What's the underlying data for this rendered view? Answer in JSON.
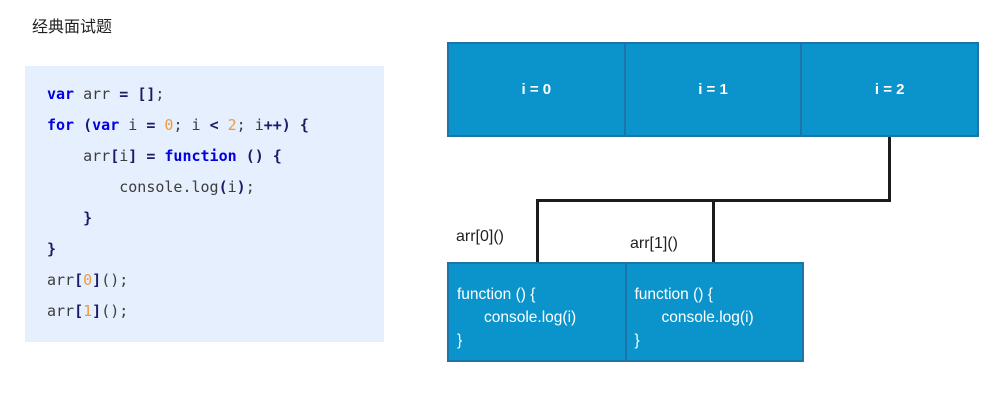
{
  "title": "经典面试题",
  "colors": {
    "box-fill": "#0b94cb",
    "box-border": "#1e74a8",
    "box-text": "#ffffff",
    "connector": "#1c1c1c",
    "code-bg": "#e6effd",
    "code-plain": "#3d3d3d",
    "code-keyword": "#0000e0",
    "code-operator": "#1b1b66",
    "code-number": "#f09a3e",
    "text-dark": "#222222"
  },
  "code": {
    "lines": [
      [
        {
          "t": "var",
          "s": "k"
        },
        {
          "t": " arr ",
          "s": "p"
        },
        {
          "t": "=",
          "s": "o"
        },
        {
          "t": " ",
          "s": "p"
        },
        {
          "t": "[]",
          "s": "o"
        },
        {
          "t": ";",
          "s": "p"
        }
      ],
      [
        {
          "t": "for",
          "s": "k"
        },
        {
          "t": " ",
          "s": "p"
        },
        {
          "t": "(",
          "s": "o"
        },
        {
          "t": "var",
          "s": "k"
        },
        {
          "t": " i ",
          "s": "p"
        },
        {
          "t": "=",
          "s": "o"
        },
        {
          "t": " ",
          "s": "p"
        },
        {
          "t": "0",
          "s": "n"
        },
        {
          "t": "; i ",
          "s": "p"
        },
        {
          "t": "<",
          "s": "o"
        },
        {
          "t": " ",
          "s": "p"
        },
        {
          "t": "2",
          "s": "n"
        },
        {
          "t": "; i",
          "s": "p"
        },
        {
          "t": "++)",
          "s": "o"
        },
        {
          "t": " ",
          "s": "p"
        },
        {
          "t": "{",
          "s": "o"
        }
      ],
      [
        {
          "t": "    arr",
          "s": "p"
        },
        {
          "t": "[",
          "s": "o"
        },
        {
          "t": "i",
          "s": "p"
        },
        {
          "t": "]",
          "s": "o"
        },
        {
          "t": " ",
          "s": "p"
        },
        {
          "t": "=",
          "s": "o"
        },
        {
          "t": " ",
          "s": "p"
        },
        {
          "t": "function",
          "s": "k"
        },
        {
          "t": " ",
          "s": "p"
        },
        {
          "t": "()",
          "s": "o"
        },
        {
          "t": " ",
          "s": "p"
        },
        {
          "t": "{",
          "s": "o"
        }
      ],
      [
        {
          "t": "        console.log",
          "s": "p"
        },
        {
          "t": "(",
          "s": "o"
        },
        {
          "t": "i",
          "s": "p"
        },
        {
          "t": ")",
          "s": "o"
        },
        {
          "t": ";",
          "s": "p"
        }
      ],
      [
        {
          "t": "    ",
          "s": "p"
        },
        {
          "t": "}",
          "s": "o"
        }
      ],
      [
        {
          "t": "}",
          "s": "o"
        }
      ],
      [
        {
          "t": "arr",
          "s": "p"
        },
        {
          "t": "[",
          "s": "o"
        },
        {
          "t": "0",
          "s": "n"
        },
        {
          "t": "]",
          "s": "o"
        },
        {
          "t": "();",
          "s": "p"
        }
      ],
      [
        {
          "t": "arr",
          "s": "p"
        },
        {
          "t": "[",
          "s": "o"
        },
        {
          "t": "1",
          "s": "n"
        },
        {
          "t": "]",
          "s": "o"
        },
        {
          "t": "();",
          "s": "p"
        }
      ]
    ]
  },
  "diagram": {
    "iterations": [
      "i = 0",
      "i = 1",
      "i = 2"
    ],
    "calls": [
      "arr[0]()",
      "arr[1]()"
    ],
    "functions": [
      {
        "lines": [
          "function () {",
          "console.log(i)",
          "}"
        ]
      },
      {
        "lines": [
          "function () {",
          "console.log(i)",
          "}"
        ]
      }
    ]
  }
}
